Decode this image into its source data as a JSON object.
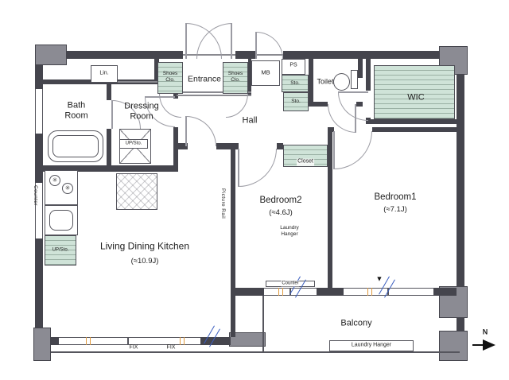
{
  "rooms": {
    "bath": {
      "name": "Bath\nRoom"
    },
    "dressing": {
      "name": "Dressing\nRoom"
    },
    "entrance": {
      "name": "Entrance"
    },
    "hall": {
      "name": "Hall"
    },
    "toilet": {
      "name": "Toilet"
    },
    "wic": {
      "name": "WIC"
    },
    "bedroom2": {
      "name": "Bedroom2",
      "size": "(≈4.6J)"
    },
    "bedroom1": {
      "name": "Bedroom1",
      "size": "(≈7.1J)"
    },
    "ldk": {
      "name": "Living Dining Kitchen",
      "size": "(≈10.9J)"
    },
    "balcony": {
      "name": "Balcony"
    }
  },
  "storage": {
    "lin": "Lin.",
    "shoes_left": "Shoes\nClo.",
    "shoes_right": "Shoes\nClo.",
    "mb": "MB",
    "ps": "PS",
    "sto_upper": "Sto.",
    "sto_lower": "Sto.",
    "closet": "Closet",
    "up_sto_dressing": "UP/Sto.",
    "up_sto_kitchen": "UP/Sto."
  },
  "labels": {
    "picture_rail": "Picture Rail",
    "counter_kitchen": "Counter",
    "counter_bedroom2": "Counter",
    "laundry_hanger_bedroom2": "Laundry\nHanger",
    "laundry_hanger_balcony": "Laundry Hanger",
    "fix_left": "FIX",
    "fix_right": "FIX",
    "north": "N"
  },
  "icons": {
    "burner": "✳",
    "balcony_access": "▼"
  },
  "colors": {
    "wall": "#45454d",
    "pillar": "#8b8b93",
    "closet_green": "#cfe3d8",
    "accent_orange": "#e09a3e",
    "accent_blue": "#3c5fbf"
  }
}
